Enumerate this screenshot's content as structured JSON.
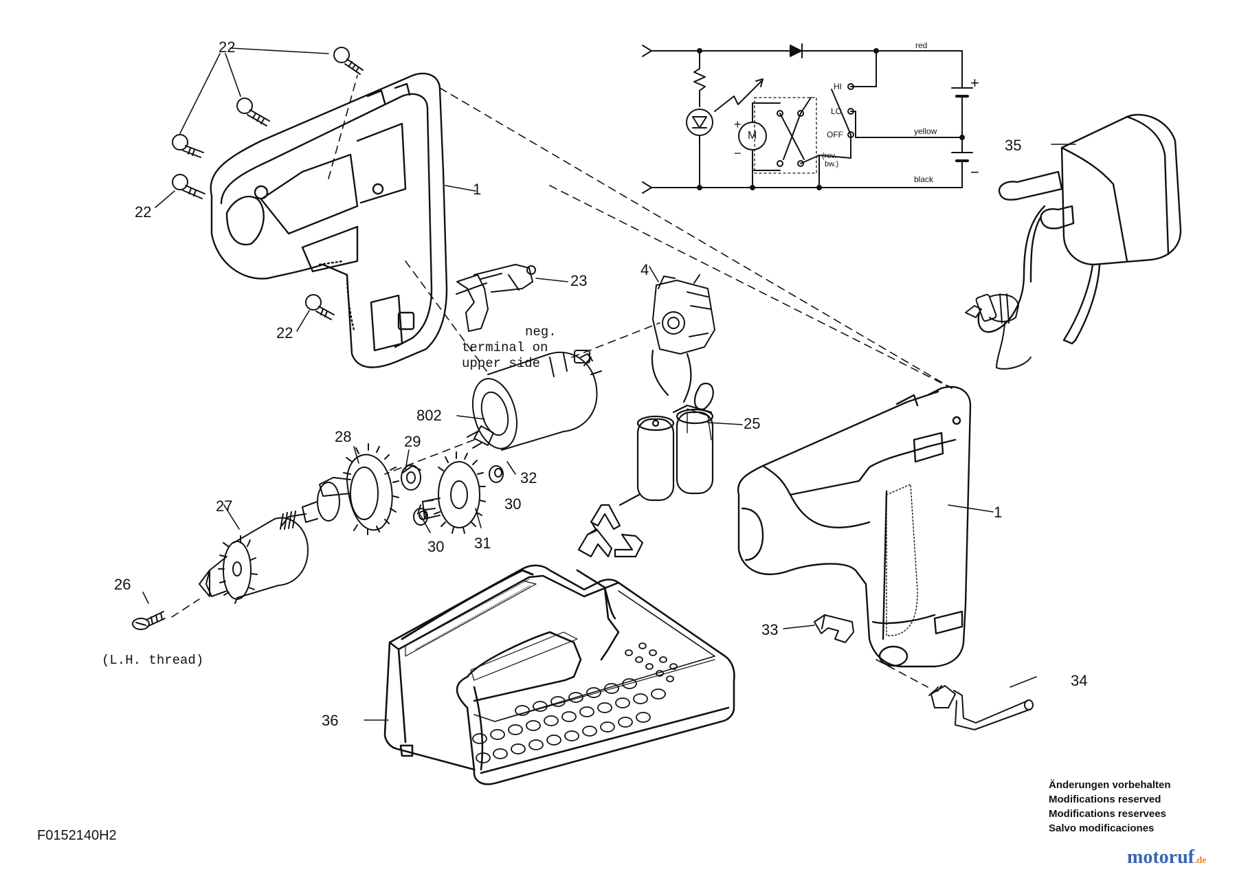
{
  "colors": {
    "ink": "#111111",
    "fill": "#ffffff",
    "brand_blue": "#3a64b4",
    "brand_orange": "#e08a1c"
  },
  "callouts": {
    "c22a": "22",
    "c22b": "22",
    "c22c": "22",
    "c1a": "1",
    "c1b": "1",
    "c23": "23",
    "c4": "4",
    "c802": "802",
    "c25": "25",
    "c28": "28",
    "c29": "29",
    "c32": "32",
    "c27": "27",
    "c30a": "30",
    "c30b": "30",
    "c31": "31",
    "c26": "26",
    "c33": "33",
    "c34": "34",
    "c35": "35",
    "c36": "36"
  },
  "notes": {
    "neg_terminal": [
      "neg.",
      "terminal on",
      "upper side"
    ],
    "lh_thread": "(L.H. thread)"
  },
  "schematic": {
    "red": "red",
    "yellow": "yellow",
    "black": "black",
    "hi": "HI",
    "lo": "LO",
    "off": "OFF",
    "rev": "(rev.",
    "bw": "bw.)",
    "plus": "+",
    "minus": "−",
    "motor": "M"
  },
  "modifications": [
    "Änderungen vorbehalten",
    "Modifications reserved",
    "Modifications reservees",
    "Salvo modificaciones"
  ],
  "diagram_code": "F0152140H2",
  "watermark": {
    "main": "motoruf",
    "suffix": ".de"
  },
  "icons": [
    "recycle-icon"
  ]
}
